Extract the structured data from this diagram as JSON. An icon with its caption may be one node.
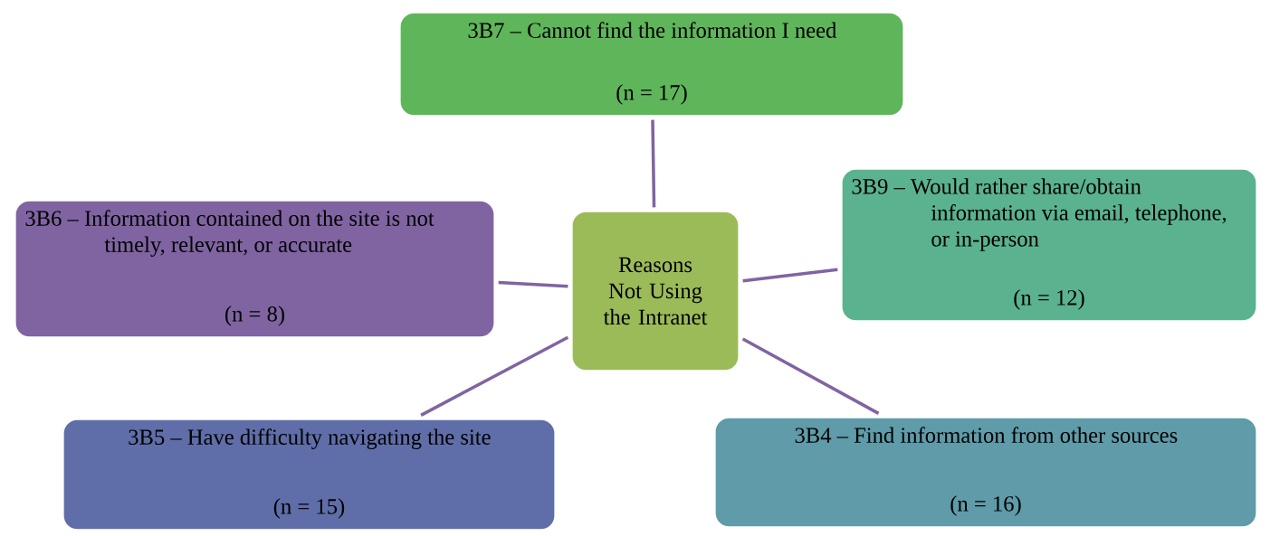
{
  "diagram": {
    "nodes": [
      {
        "text": [
          "Reasons Not Using the Intranet"
        ]
      },
      {
        "text": [
          "3B7 – Cannot find the information I need",
          "(n = 17)"
        ]
      },
      {
        "text": [
          "3B6 – Information contained on the site is not timely, relevant, or accurate",
          "(n = 8)"
        ]
      },
      {
        "text": [
          "3B9 – Would rather share/obtain information via email, telephone, or in-person",
          "(n = 12)"
        ]
      },
      {
        "text": [
          "3B5 – Have difficulty navigating the site",
          "(n = 15)"
        ]
      },
      {
        "text": [
          "3B4 – Find information from other sources",
          "(n = 16)"
        ]
      }
    ],
    "edges": [
      {
        "from": 0,
        "to": 1,
        "arrow": "none"
      },
      {
        "from": 0,
        "to": 2,
        "arrow": "none"
      },
      {
        "from": 0,
        "to": 3,
        "arrow": "none"
      },
      {
        "from": 0,
        "to": 4,
        "arrow": "none"
      },
      {
        "from": 0,
        "to": 5,
        "arrow": "none"
      }
    ]
  }
}
